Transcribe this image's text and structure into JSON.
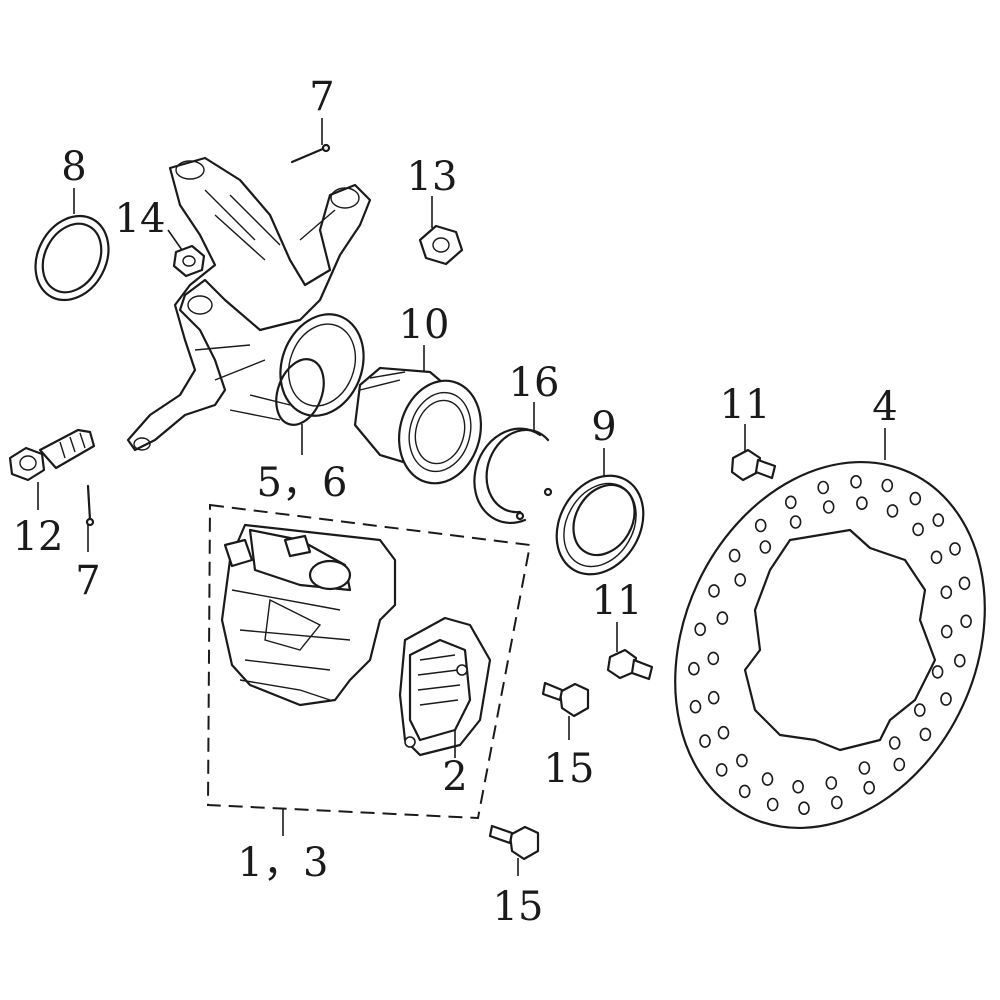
{
  "callouts": {
    "c7_top": "7",
    "c8": "8",
    "c14": "14",
    "c13": "13",
    "c10": "10",
    "c16": "16",
    "c9": "9",
    "c11_top": "11",
    "c4": "4",
    "c5_6": "5，6",
    "c12": "12",
    "c7_bottom": "7",
    "c11_mid": "11",
    "c15_mid": "15",
    "c2": "2",
    "c1_3": "1，3",
    "c15_bottom": "15"
  }
}
